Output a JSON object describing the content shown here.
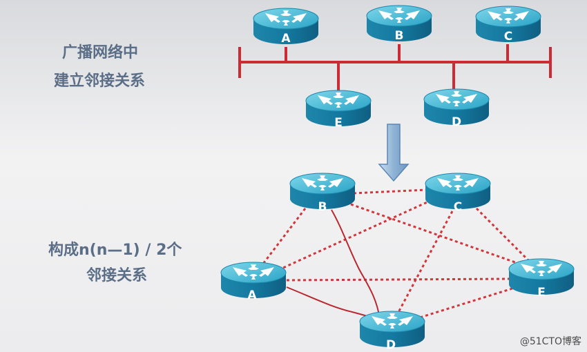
{
  "captions": {
    "top_line1": "广播网络中",
    "top_line2": "建立邻接关系",
    "bottom_line1": "构成n(n—1) / 2个",
    "bottom_line2": "邻接关系"
  },
  "top_routers": {
    "a": "A",
    "b": "B",
    "c": "C",
    "e": "E",
    "d": "D"
  },
  "mesh_routers": {
    "b": "B",
    "c": "C",
    "a": "A",
    "e": "E",
    "d": "D"
  },
  "watermark": "@51CTO博客",
  "colors": {
    "bus": "#cc2b35",
    "mesh_link": "#d0373c",
    "router_top": "#41b6d1",
    "router_side": "#1a7ea0",
    "caption": "#5b6e87"
  }
}
